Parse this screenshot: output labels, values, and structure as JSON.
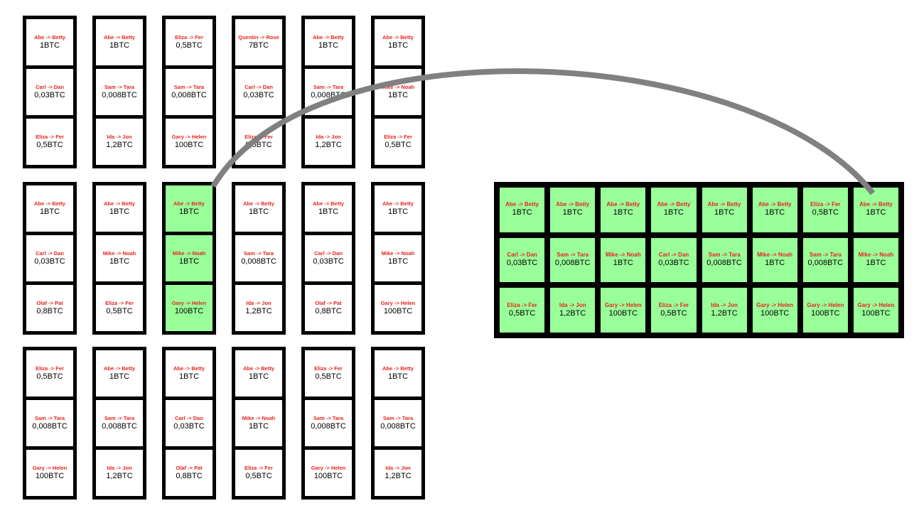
{
  "colors": {
    "block_border": "#000000",
    "cell_default": "#ffffff",
    "cell_highlight": "#99ff99",
    "label_red": "#e8231f",
    "arc_gray": "#808080"
  },
  "pool_blocks": [
    {
      "cells": [
        {
          "label": "Abe -> Betty",
          "amount": "1BTC"
        },
        {
          "label": "Carl -> Dan",
          "amount": "0,03BTC"
        },
        {
          "label": "Eliza -> Fer",
          "amount": "0,5BTC"
        }
      ]
    },
    {
      "cells": [
        {
          "label": "Abe -> Betty",
          "amount": "1BTC"
        },
        {
          "label": "Sam -> Tara",
          "amount": "0,008BTC"
        },
        {
          "label": "Ida -> Jon",
          "amount": "1,2BTC"
        }
      ]
    },
    {
      "cells": [
        {
          "label": "Eliza -> Fer",
          "amount": "0,5BTC"
        },
        {
          "label": "Sam -> Tara",
          "amount": "0,008BTC"
        },
        {
          "label": "Gary -> Helen",
          "amount": "100BTC"
        }
      ]
    },
    {
      "cells": [
        {
          "label": "Quentin -> Rose",
          "amount": "7BTC"
        },
        {
          "label": "Carl -> Dan",
          "amount": "0,03BTC"
        },
        {
          "label": "Eliza -> Fer",
          "amount": "0,5BTC"
        }
      ]
    },
    {
      "cells": [
        {
          "label": "Abe -> Betty",
          "amount": "1BTC"
        },
        {
          "label": "Sam -> Tara",
          "amount": "0,008BTC"
        },
        {
          "label": "Ida -> Jon",
          "amount": "1,2BTC"
        }
      ]
    },
    {
      "cells": [
        {
          "label": "Abe -> Betty",
          "amount": "1BTC"
        },
        {
          "label": "Mike -> Noah",
          "amount": "1BTC"
        },
        {
          "label": "Eliza -> Fer",
          "amount": "0,5BTC"
        }
      ]
    },
    {
      "cells": [
        {
          "label": "Abe -> Betty",
          "amount": "1BTC"
        },
        {
          "label": "Carl -> Dan",
          "amount": "0,03BTC"
        },
        {
          "label": "Olaf -> Pat",
          "amount": "0,8BTC"
        }
      ]
    },
    {
      "cells": [
        {
          "label": "Abe -> Betty",
          "amount": "1BTC"
        },
        {
          "label": "Mike -> Noah",
          "amount": "1BTC"
        },
        {
          "label": "Eliza -> Fer",
          "amount": "0,5BTC"
        }
      ]
    },
    {
      "highlight": true,
      "cells": [
        {
          "label": "Abe -> Betty",
          "amount": "1BTC"
        },
        {
          "label": "Mike -> Noah",
          "amount": "1BTC"
        },
        {
          "label": "Gary -> Helen",
          "amount": "100BTC"
        }
      ]
    },
    {
      "cells": [
        {
          "label": "Abe -> Betty",
          "amount": "1BTC"
        },
        {
          "label": "Sam -> Tara",
          "amount": "0,008BTC"
        },
        {
          "label": "Ida -> Jon",
          "amount": "1,2BTC"
        }
      ]
    },
    {
      "cells": [
        {
          "label": "Abe -> Betty",
          "amount": "1BTC"
        },
        {
          "label": "Carl -> Dan",
          "amount": "0,03BTC"
        },
        {
          "label": "Olaf -> Pat",
          "amount": "0,8BTC"
        }
      ]
    },
    {
      "cells": [
        {
          "label": "Abe -> Betty",
          "amount": "1BTC"
        },
        {
          "label": "Mike -> Noah",
          "amount": "1BTC"
        },
        {
          "label": "Gary -> Helen",
          "amount": "100BTC"
        }
      ]
    },
    {
      "cells": [
        {
          "label": "Eliza -> Fer",
          "amount": "0,5BTC"
        },
        {
          "label": "Sam -> Tara",
          "amount": "0,008BTC"
        },
        {
          "label": "Gary -> Helen",
          "amount": "100BTC"
        }
      ]
    },
    {
      "cells": [
        {
          "label": "Abe -> Betty",
          "amount": "1BTC"
        },
        {
          "label": "Sam -> Tara",
          "amount": "0,008BTC"
        },
        {
          "label": "Ida -> Jon",
          "amount": "1,2BTC"
        }
      ]
    },
    {
      "cells": [
        {
          "label": "Abe -> Betty",
          "amount": "1BTC"
        },
        {
          "label": "Carl -> Dan",
          "amount": "0,03BTC"
        },
        {
          "label": "Olaf -> Pat",
          "amount": "0,8BTC"
        }
      ]
    },
    {
      "cells": [
        {
          "label": "Abe -> Betty",
          "amount": "1BTC"
        },
        {
          "label": "Mike -> Noah",
          "amount": "1BTC"
        },
        {
          "label": "Eliza -> Fer",
          "amount": "0,5BTC"
        }
      ]
    },
    {
      "cells": [
        {
          "label": "Eliza -> Fer",
          "amount": "0,5BTC"
        },
        {
          "label": "Sam -> Tara",
          "amount": "0,008BTC"
        },
        {
          "label": "Gary -> Helen",
          "amount": "100BTC"
        }
      ]
    },
    {
      "cells": [
        {
          "label": "Abe -> Betty",
          "amount": "1BTC"
        },
        {
          "label": "Sam -> Tara",
          "amount": "0,008BTC"
        },
        {
          "label": "Ida -> Jon",
          "amount": "1,2BTC"
        }
      ]
    }
  ],
  "chain": {
    "rows": [
      [
        {
          "label": "Abe -> Betty",
          "amount": "1BTC"
        },
        {
          "label": "Abe -> Betty",
          "amount": "1BTC"
        },
        {
          "label": "Abe -> Betty",
          "amount": "1BTC"
        },
        {
          "label": "Abe -> Betty",
          "amount": "1BTC"
        },
        {
          "label": "Abe -> Betty",
          "amount": "1BTC"
        },
        {
          "label": "Abe -> Betty",
          "amount": "1BTC"
        },
        {
          "label": "Eliza -> Fer",
          "amount": "0,5BTC"
        },
        {
          "label": "Abe -> Betty",
          "amount": "1BTC"
        }
      ],
      [
        {
          "label": "Carl -> Dan",
          "amount": "0,03BTC"
        },
        {
          "label": "Sam -> Tara",
          "amount": "0,008BTC"
        },
        {
          "label": "Mike -> Noah",
          "amount": "1BTC"
        },
        {
          "label": "Carl -> Dan",
          "amount": "0,03BTC"
        },
        {
          "label": "Sam -> Tara",
          "amount": "0,008BTC"
        },
        {
          "label": "Mike -> Noah",
          "amount": "1BTC"
        },
        {
          "label": "Sam -> Tara",
          "amount": "0,008BTC"
        },
        {
          "label": "Mike -> Noah",
          "amount": "1BTC"
        }
      ],
      [
        {
          "label": "Eliza -> Fer",
          "amount": "0,5BTC"
        },
        {
          "label": "Ida -> Jon",
          "amount": "1,2BTC"
        },
        {
          "label": "Gary -> Helen",
          "amount": "100BTC"
        },
        {
          "label": "Eliza -> Fer",
          "amount": "0,5BTC"
        },
        {
          "label": "Ida -> Jon",
          "amount": "1,2BTC"
        },
        {
          "label": "Gary -> Helen",
          "amount": "100BTC"
        },
        {
          "label": "Gary -> Helen",
          "amount": "100BTC"
        },
        {
          "label": "Gary -> Helen",
          "amount": "100BTC"
        }
      ]
    ]
  }
}
